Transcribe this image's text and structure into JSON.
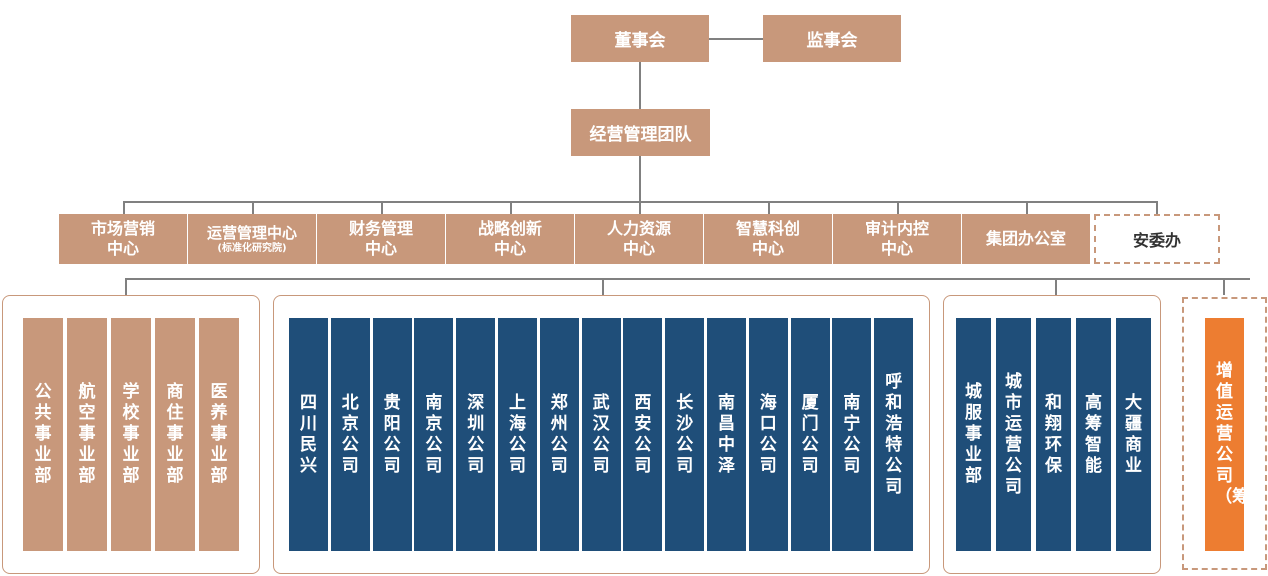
{
  "board": "董事会",
  "supervisors": "监事会",
  "management_team": "经营管理团队",
  "centers": [
    {
      "line1": "市场营销",
      "line2": "中心"
    },
    {
      "line1": "运营管理中心",
      "line2": "(标准化研究院)"
    },
    {
      "line1": "财务管理",
      "line2": "中心"
    },
    {
      "line1": "战略创新",
      "line2": "中心"
    },
    {
      "line1": "人力资源",
      "line2": "中心"
    },
    {
      "line1": "智慧科创",
      "line2": "中心"
    },
    {
      "line1": "审计内控",
      "line2": "中心"
    },
    {
      "line1": "集团办公室",
      "line2": ""
    }
  ],
  "safety_office": "安委办",
  "business_units": [
    "公共事业部",
    "航空事业部",
    "学校事业部",
    "商住事业部",
    "医养事业部"
  ],
  "regional_companies": [
    "四川民兴",
    "北京公司",
    "贵阳公司",
    "南京公司",
    "深圳公司",
    "上海公司",
    "郑州公司",
    "武汉公司",
    "西安公司",
    "长沙公司",
    "南昌中泽",
    "海口公司",
    "厦门公司",
    "南宁公司",
    "呼和浩特公司"
  ],
  "subsidiaries": [
    "城服事业部",
    "城市运营公司",
    "和翔环保",
    "高筹智能",
    "大疆商业"
  ],
  "value_added": "增值运营公司（筹）",
  "colors": {
    "tan": "#c8987b",
    "navy": "#1f4e79",
    "orange": "#ed7d31",
    "line": "#808080"
  }
}
